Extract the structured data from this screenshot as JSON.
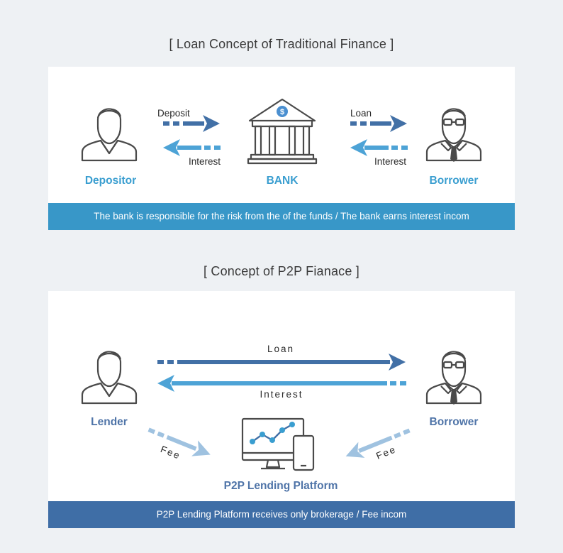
{
  "section1": {
    "title": "[ Loan Concept of Traditional Finance ]",
    "labels": {
      "depositor": "Depositor",
      "bank": "BANK",
      "borrower": "Borrower",
      "deposit": "Deposit",
      "interest_left": "Interest",
      "loan": "Loan",
      "interest_right": "Interest"
    },
    "banner": "The bank is responsible for the risk from the of the funds / The bank earns interest incom"
  },
  "section2": {
    "title": "[ Concept of P2P Fianace ]",
    "labels": {
      "lender": "Lender",
      "borrower": "Borrower",
      "loan": "Loan",
      "interest": "Interest",
      "fee_left": "Fee",
      "fee_right": "Fee",
      "platform": "P2P Lending Platform"
    },
    "banner": "P2P Lending Platform receives only brokerage / Fee incom"
  },
  "colors": {
    "accent_blue": "#3a9ed0",
    "banner_teal": "#3897c8",
    "banner_navy": "#3f6ea6",
    "arrow_dark": "#4270a6",
    "arrow_light": "#4da3d6",
    "arrow_pale": "#9fc2e0",
    "label_navy": "#4f74a8",
    "icon_gray": "#4a4a4a"
  },
  "icons": [
    "person-icon",
    "bank-icon",
    "businessman-icon",
    "monitor-chart-icon",
    "phone-icon",
    "arrow-icon"
  ]
}
